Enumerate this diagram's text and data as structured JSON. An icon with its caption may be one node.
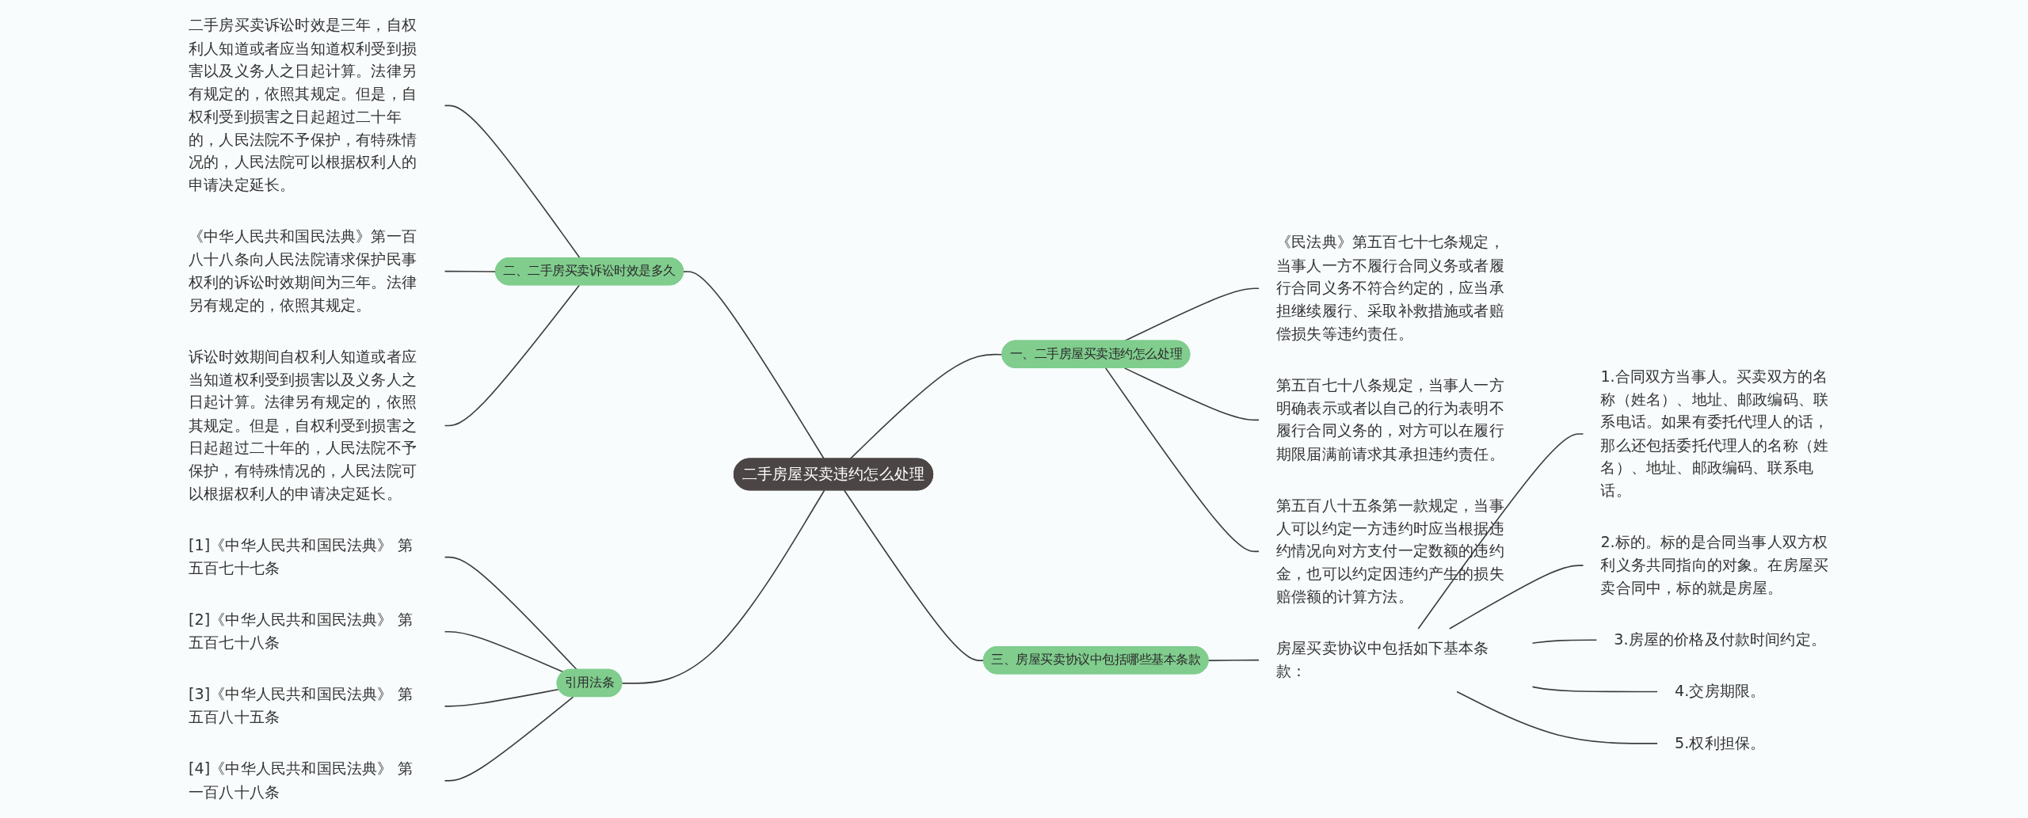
{
  "diagram": {
    "nodes": [
      {
        "text": [
          "二手房屋买卖违约怎么处理"
        ]
      },
      {
        "text": [
          "一、二手房屋买卖违约怎么处理"
        ]
      },
      {
        "text": [
          "《民法典》第五百七十七条规定，当事人一方不履行合同义务或者履行合同义务不符合约定的，应当承担继续履行、采取补救措施或者赔偿损失等违约责任。"
        ]
      },
      {
        "text": [
          "第五百七十八条规定，当事人一方明确表示或者以自己的行为表明不履行合同义务的，对方可以在履行期限届满前请求其承担违约责任。"
        ]
      },
      {
        "text": [
          "第五百八十五条第一款规定，当事人可以约定一方违约时应当根据违约情况向对方支付一定数额的违约金，也可以约定因违约产生的损失赔偿额的计算方法。"
        ]
      },
      {
        "text": [
          "二、二手房买卖诉讼时效是多久"
        ]
      },
      {
        "text": [
          "二手房买卖诉讼时效是三年，自权利人知道或者应当知道权利受到损害以及义务人之日起计算。法律另有规定的，依照其规定。但是，自权利受到损害之日起超过二十年的，人民法院不予保护，有特殊情况的，人民法院可以根据权利人的申请决定延长。"
        ]
      },
      {
        "text": [
          "《中华人民共和国民法典》第一百八十八条向人民法院请求保护民事权利的诉讼时效期间为三年。法律另有规定的，依照其规定。"
        ]
      },
      {
        "text": [
          "诉讼时效期间自权利人知道或者应当知道权利受到损害以及义务人之日起计算。法律另有规定的，依照其规定。但是，自权利受到损害之日起超过二十年的，人民法院不予保护，有特殊情况的，人民法院可以根据权利人的申请决定延长。"
        ]
      },
      {
        "text": [
          "三、房屋买卖协议中包括哪些基本条款"
        ]
      },
      {
        "text": [
          "房屋买卖协议中包括如下基本条款："
        ]
      },
      {
        "text": [
          "1.合同双方当事人。买卖双方的名称（姓名）、地址、邮政编码、联系电话。如果有委托代理人的话，那么还包括委托代理人的名称（姓名）、地址、邮政编码、联系电话。"
        ]
      },
      {
        "text": [
          "2.标的。标的是合同当事人双方权利义务共同指向的对象。在房屋买卖合同中，标的就是房屋。"
        ]
      },
      {
        "text": [
          "3.房屋的价格及付款时间约定。"
        ]
      },
      {
        "text": [
          "4.交房期限。"
        ]
      },
      {
        "text": [
          "5.权利担保。"
        ]
      },
      {
        "text": [
          "引用法条"
        ]
      },
      {
        "text": [
          "[1]《中华人民共和国民法典》 第五百七十七条"
        ]
      },
      {
        "text": [
          "[2]《中华人民共和国民法典》 第五百七十八条"
        ]
      },
      {
        "text": [
          "[3]《中华人民共和国民法典》 第五百八十五条"
        ]
      },
      {
        "text": [
          "[4]《中华人民共和国民法典》 第一百八十八条"
        ]
      }
    ],
    "edges": [
      {
        "from": 0,
        "to": 1,
        "arrow": "none"
      },
      {
        "from": 1,
        "to": 2,
        "arrow": "none"
      },
      {
        "from": 1,
        "to": 3,
        "arrow": "none"
      },
      {
        "from": 1,
        "to": 4,
        "arrow": "none"
      },
      {
        "from": 5,
        "to": 0,
        "arrow": "none"
      },
      {
        "from": 6,
        "to": 5,
        "arrow": "none"
      },
      {
        "from": 7,
        "to": 5,
        "arrow": "none"
      },
      {
        "from": 8,
        "to": 5,
        "arrow": "none"
      },
      {
        "from": 0,
        "to": 9,
        "arrow": "none"
      },
      {
        "from": 9,
        "to": 10,
        "arrow": "none"
      },
      {
        "from": 10,
        "to": 11,
        "arrow": "none"
      },
      {
        "from": 10,
        "to": 12,
        "arrow": "none"
      },
      {
        "from": 10,
        "to": 13,
        "arrow": "none"
      },
      {
        "from": 10,
        "to": 14,
        "arrow": "none"
      },
      {
        "from": 10,
        "to": 15,
        "arrow": "none"
      },
      {
        "from": 16,
        "to": 0,
        "arrow": "none"
      },
      {
        "from": 17,
        "to": 16,
        "arrow": "none"
      },
      {
        "from": 18,
        "to": 16,
        "arrow": "none"
      },
      {
        "from": 19,
        "to": 16,
        "arrow": "none"
      },
      {
        "from": 20,
        "to": 16,
        "arrow": "none"
      }
    ]
  }
}
